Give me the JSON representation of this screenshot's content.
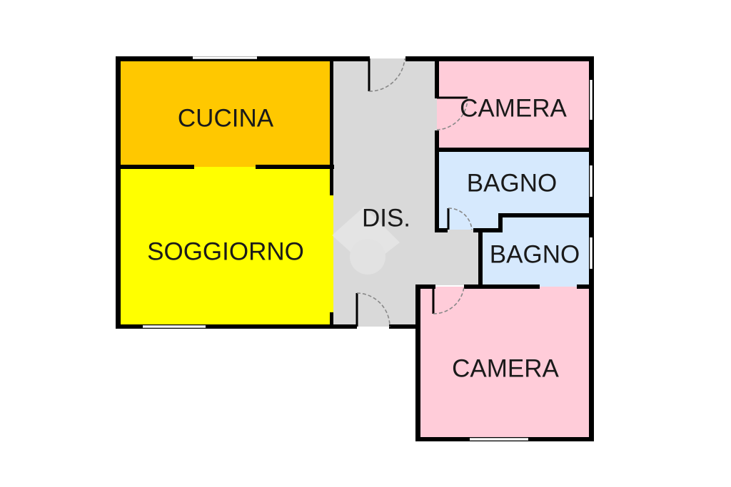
{
  "plan": {
    "rooms": [
      {
        "id": "cucina",
        "label": "CUCINA",
        "color": "#FFC800"
      },
      {
        "id": "soggiorno",
        "label": "SOGGIORNO",
        "color": "#FFFF00"
      },
      {
        "id": "dis",
        "label": "DIS.",
        "color": "#D9D9D9"
      },
      {
        "id": "camera1",
        "label": "CAMERA",
        "color": "#FFCCD9"
      },
      {
        "id": "bagno1",
        "label": "BAGNO",
        "color": "#D6E9FD"
      },
      {
        "id": "bagno2",
        "label": "BAGNO",
        "color": "#D6E9FD"
      },
      {
        "id": "camera2",
        "label": "CAMERA",
        "color": "#FFCCD9"
      }
    ],
    "wall_color": "#000000"
  }
}
